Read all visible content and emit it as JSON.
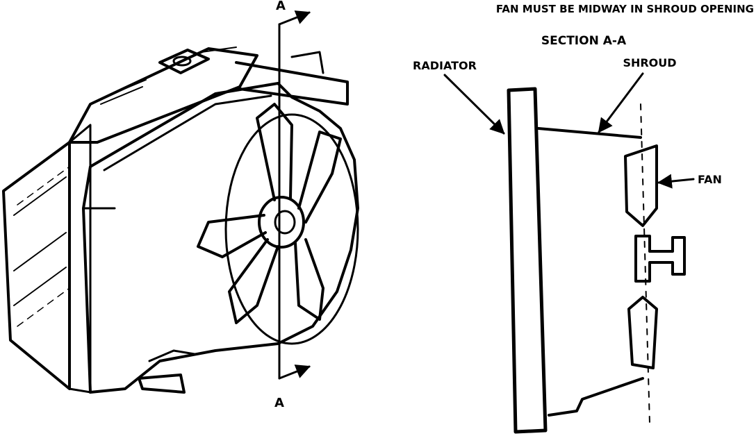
{
  "labels": {
    "note": "FAN MUST BE MIDWAY IN SHROUD OPENING",
    "section_title": "SECTION A-A",
    "radiator": "RADIATOR",
    "shroud": "SHROUD",
    "fan": "FAN",
    "section_marker_top": "A",
    "section_marker_bottom": "A"
  },
  "colors": {
    "ink": "#000000",
    "paper": "#ffffff"
  }
}
